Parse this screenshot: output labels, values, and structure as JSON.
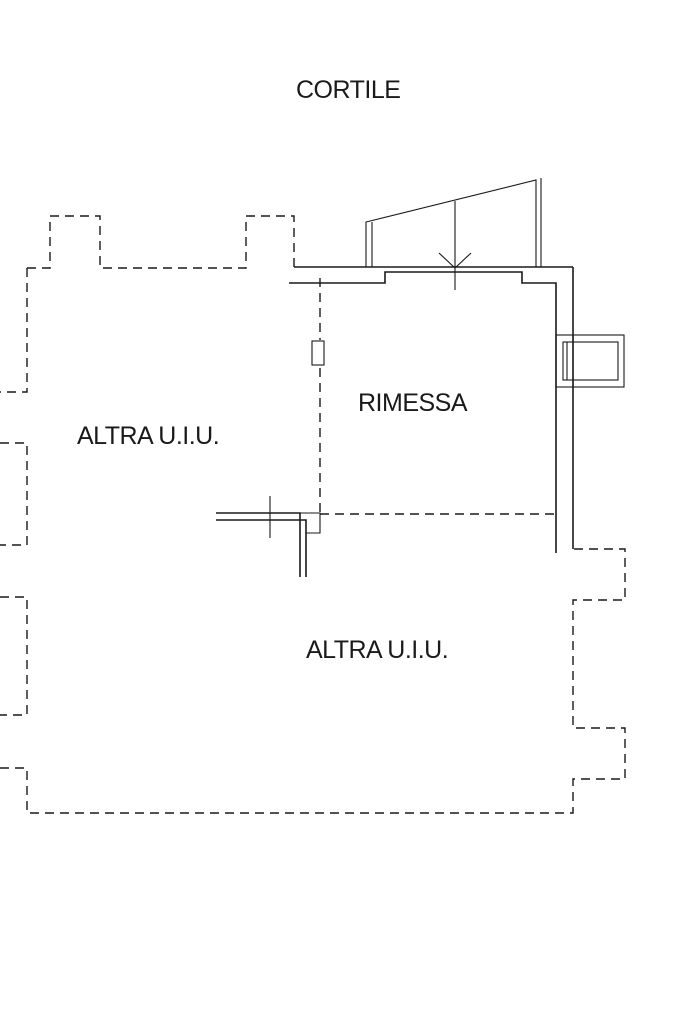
{
  "labels": {
    "courtyard": "CORTILE",
    "garage": "RIMESSA",
    "other_unit_left": "ALTRA U.I.U.",
    "other_unit_bottom": "ALTRA U.I.U."
  }
}
